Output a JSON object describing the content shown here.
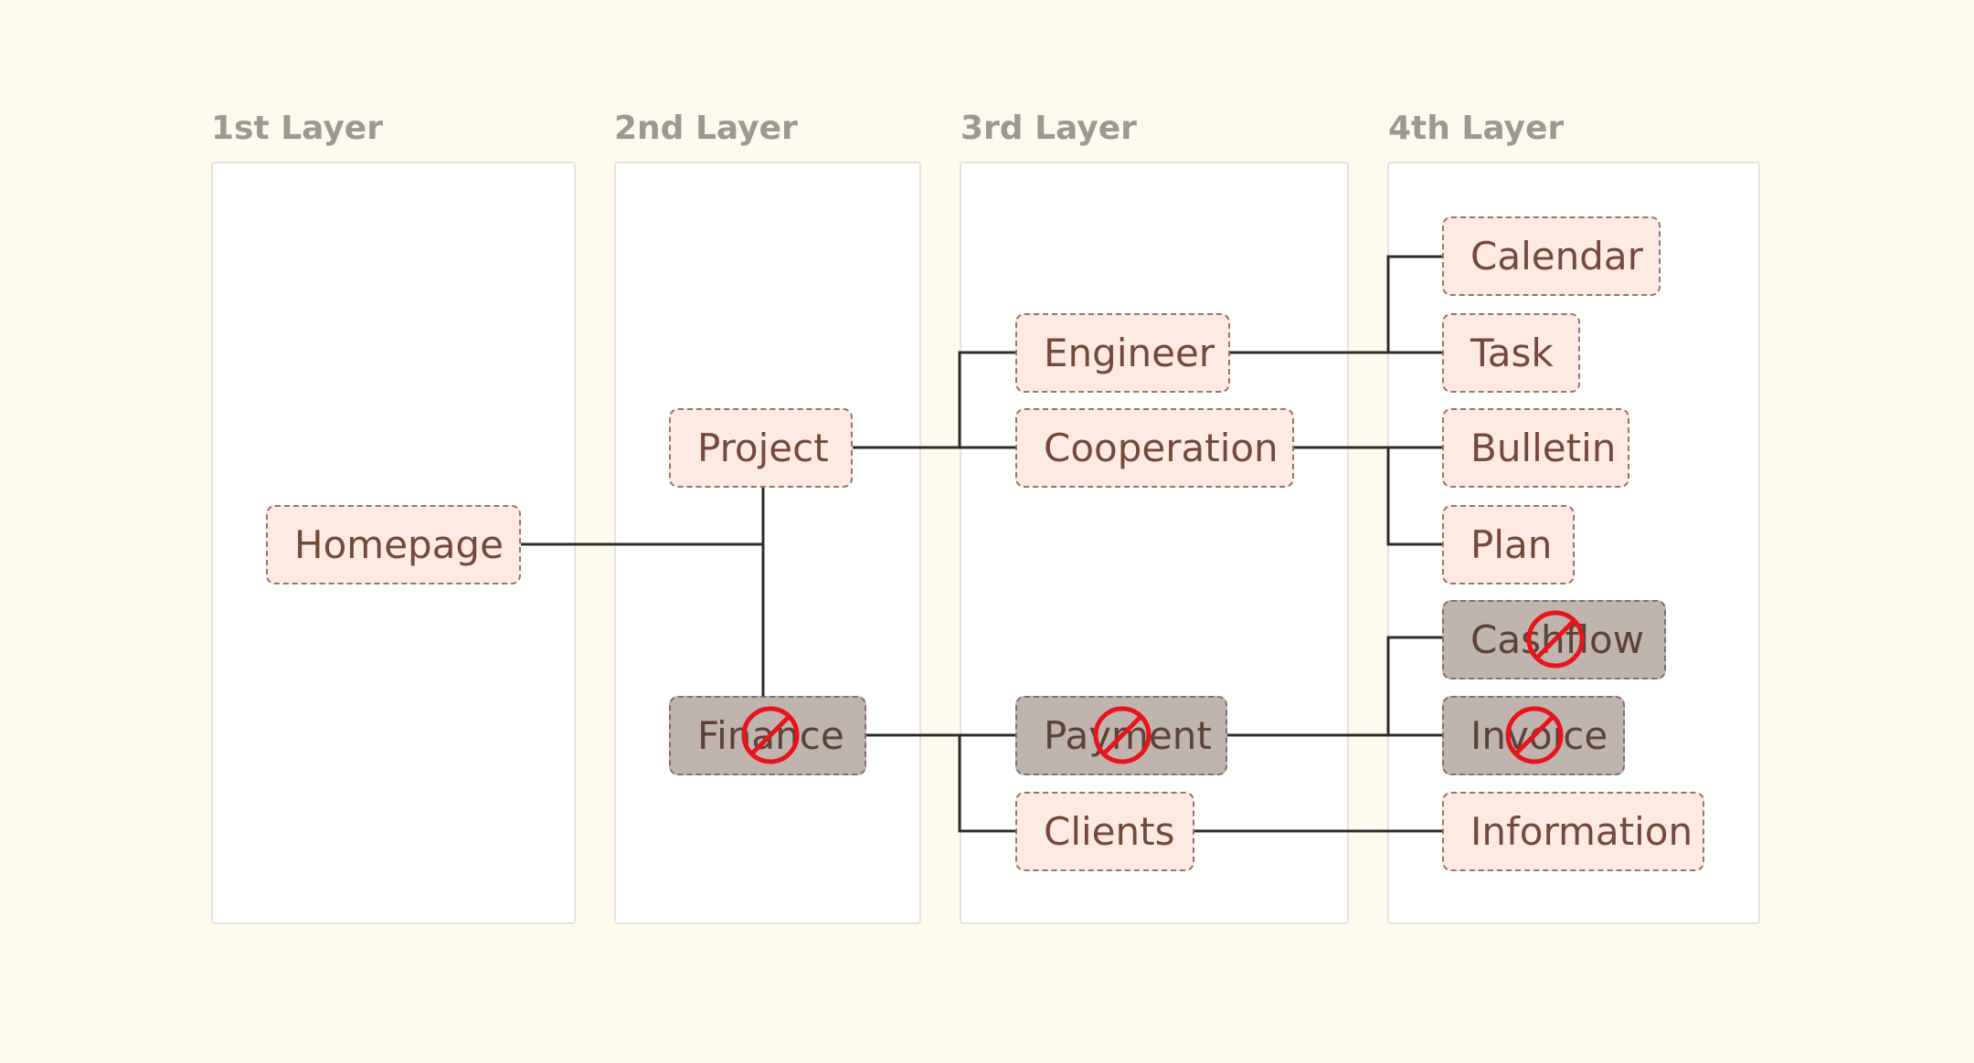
{
  "layers": [
    {
      "title": "1st Layer"
    },
    {
      "title": "2nd Layer"
    },
    {
      "title": "3rd Layer"
    },
    {
      "title": "4th Layer"
    }
  ],
  "nodes": [
    {
      "id": "homepage",
      "label": "Homepage",
      "disabled": false
    },
    {
      "id": "project",
      "label": "Project",
      "disabled": false
    },
    {
      "id": "finance",
      "label": "Finance",
      "disabled": true
    },
    {
      "id": "engineer",
      "label": "Engineer",
      "disabled": false
    },
    {
      "id": "cooperation",
      "label": "Cooperation",
      "disabled": false
    },
    {
      "id": "payment",
      "label": "Payment",
      "disabled": true
    },
    {
      "id": "clients",
      "label": "Clients",
      "disabled": false
    },
    {
      "id": "calendar",
      "label": "Calendar",
      "disabled": false
    },
    {
      "id": "task",
      "label": "Task",
      "disabled": false
    },
    {
      "id": "bulletin",
      "label": "Bulletin",
      "disabled": false
    },
    {
      "id": "plan",
      "label": "Plan",
      "disabled": false
    },
    {
      "id": "cashflow",
      "label": "Cashflow",
      "disabled": true
    },
    {
      "id": "invoice",
      "label": "Invoice",
      "disabled": true
    },
    {
      "id": "information",
      "label": "Information",
      "disabled": false
    }
  ],
  "edges": [
    [
      "homepage",
      "project"
    ],
    [
      "homepage",
      "finance"
    ],
    [
      "project",
      "engineer"
    ],
    [
      "project",
      "cooperation"
    ],
    [
      "finance",
      "payment"
    ],
    [
      "finance",
      "clients"
    ],
    [
      "engineer",
      "calendar"
    ],
    [
      "engineer",
      "task"
    ],
    [
      "cooperation",
      "bulletin"
    ],
    [
      "cooperation",
      "plan"
    ],
    [
      "payment",
      "cashflow"
    ],
    [
      "payment",
      "invoice"
    ],
    [
      "clients",
      "information"
    ]
  ],
  "colors": {
    "background": "#fefaee",
    "node_fill": "#fdebe3",
    "node_disabled_fill": "#c0b4af",
    "node_text": "#74483a",
    "connector": "#2b2b2b",
    "block_icon": "#e8131b"
  },
  "icons": {
    "disabled_marker": "block-icon"
  }
}
